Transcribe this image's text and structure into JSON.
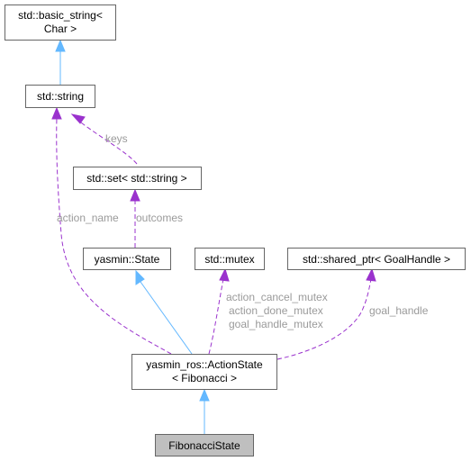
{
  "nodes": {
    "basic_string": {
      "line1": "std::basic_string<",
      "line2": "Char >"
    },
    "string": {
      "label": "std::string"
    },
    "set": {
      "label": "std::set< std::string >"
    },
    "state": {
      "label": "yasmin::State"
    },
    "mutex": {
      "label": "std::mutex"
    },
    "shared_ptr": {
      "label": "std::shared_ptr< GoalHandle >"
    },
    "action_state": {
      "line1": "yasmin_ros::ActionState",
      "line2": "< Fibonacci >"
    },
    "fibonacci_state": {
      "label": "FibonacciState"
    }
  },
  "edge_labels": {
    "keys": "keys",
    "outcomes": "outcomes",
    "action_name": "action_name",
    "mutex_1": "action_cancel_mutex",
    "mutex_2": "action_done_mutex",
    "mutex_3": "goal_handle_mutex",
    "goal_handle": "goal_handle"
  },
  "colors": {
    "inheritance": "#63b8ff",
    "usage": "#9a32cd",
    "label": "#9a9a9a",
    "highlight_fill": "#bfbfbf"
  }
}
